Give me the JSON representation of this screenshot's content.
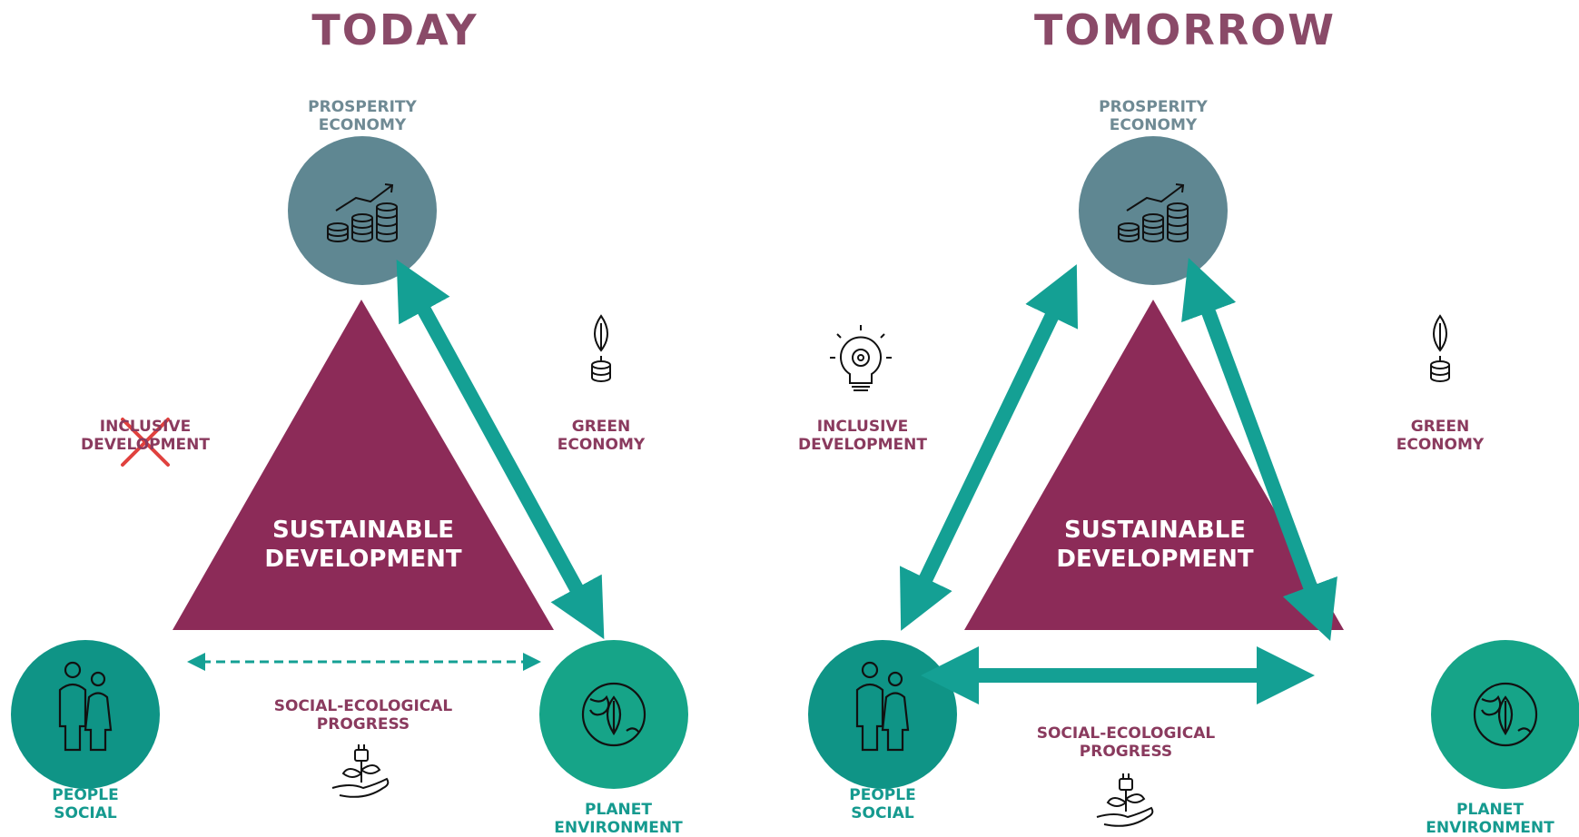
{
  "panels": {
    "today": {
      "title": "TODAY",
      "prosperity": {
        "line1": "PROSPERITY",
        "line2": "ECONOMY"
      },
      "people": {
        "line1": "PEOPLE",
        "line2": "SOCIAL"
      },
      "planet": {
        "line1": "PLANET",
        "line2": "ENVIRONMENT"
      },
      "inclusive": {
        "line1": "INCLUSIVE",
        "line2": "DEVELOPMENT",
        "crossed_out": true
      },
      "green": {
        "line1": "GREEN",
        "line2": "ECONOMY"
      },
      "social_ecological": {
        "line1": "SOCIAL-ECOLOGICAL",
        "line2": "PROGRESS",
        "connection": "dashed"
      },
      "center": {
        "line1": "SUSTAINABLE",
        "line2": "DEVELOPMENT"
      }
    },
    "tomorrow": {
      "title": "TOMORROW",
      "prosperity": {
        "line1": "PROSPERITY",
        "line2": "ECONOMY"
      },
      "people": {
        "line1": "PEOPLE",
        "line2": "SOCIAL"
      },
      "planet": {
        "line1": "PLANET",
        "line2": "ENVIRONMENT"
      },
      "inclusive": {
        "line1": "INCLUSIVE",
        "line2": "DEVELOPMENT",
        "crossed_out": false
      },
      "green": {
        "line1": "GREEN",
        "line2": "ECONOMY"
      },
      "social_ecological": {
        "line1": "SOCIAL-ECOLOGICAL",
        "line2": "PROGRESS",
        "connection": "solid"
      },
      "center": {
        "line1": "SUSTAINABLE",
        "line2": "DEVELOPMENT"
      }
    }
  },
  "icons": {
    "prosperity": "coins-growth-icon",
    "people": "family-icon",
    "planet": "globe-leaf-icon",
    "inclusive": "lightbulb-gear-icon",
    "green": "leaf-coins-icon",
    "social_ecological": "hand-plant-plug-icon",
    "cross": "red-cross-icon"
  },
  "colors": {
    "title": "#8a4a68",
    "triangle": "#8c2b58",
    "prosperity_circle": "#5f8792",
    "people_circle": "#0f9486",
    "planet_circle": "#16a488",
    "arrow": "#14a094",
    "plum_text": "#8a3a5e",
    "teal_text": "#159a8f",
    "grey_text": "#6f8a94",
    "cross": "#e0413e"
  }
}
